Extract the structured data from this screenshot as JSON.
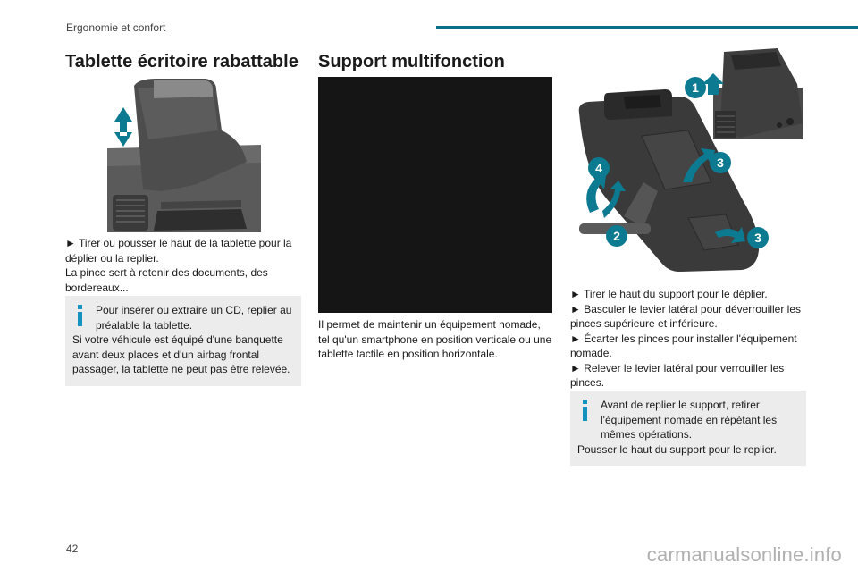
{
  "header": {
    "title": "Ergonomie et confort"
  },
  "colors": {
    "accent": "#0b6f86",
    "info_bg": "#ececec"
  },
  "section1": {
    "title": "Tablette écritoire rabattable",
    "para1": "► Tirer ou pousser le haut de la tablette pour la déplier ou la replier.",
    "para2": "La pince sert à retenir des documents, des bordereaux...",
    "info_line1": "Pour insérer ou extraire un CD, replier au préalable la tablette.",
    "info_line2": "Si votre véhicule est équipé d'une banquette avant deux places et d'un airbag frontal passager, la tablette ne peut pas être relevée."
  },
  "section2": {
    "title": "Support multifonction",
    "para1": "Il permet de maintenir un équipement nomade, tel qu'un smartphone en position verticale ou une tablette tactile en position horizontale."
  },
  "section3": {
    "callouts": [
      "1",
      "2",
      "3",
      "3",
      "4"
    ],
    "steps": [
      "► Tirer le haut du support pour le déplier.",
      "► Basculer le levier latéral pour déverrouiller les pinces supérieure et inférieure.",
      "► Écarter les pinces pour installer l'équipement nomade.",
      "► Relever le levier latéral pour verrouiller les pinces."
    ],
    "info_line1": "Avant de replier le support, retirer l'équipement nomade en répétant les mêmes opérations.",
    "info_line2": "Pousser le haut du support pour le replier."
  },
  "footer": {
    "page_number": "42",
    "watermark": "carmanualsonline.info"
  }
}
